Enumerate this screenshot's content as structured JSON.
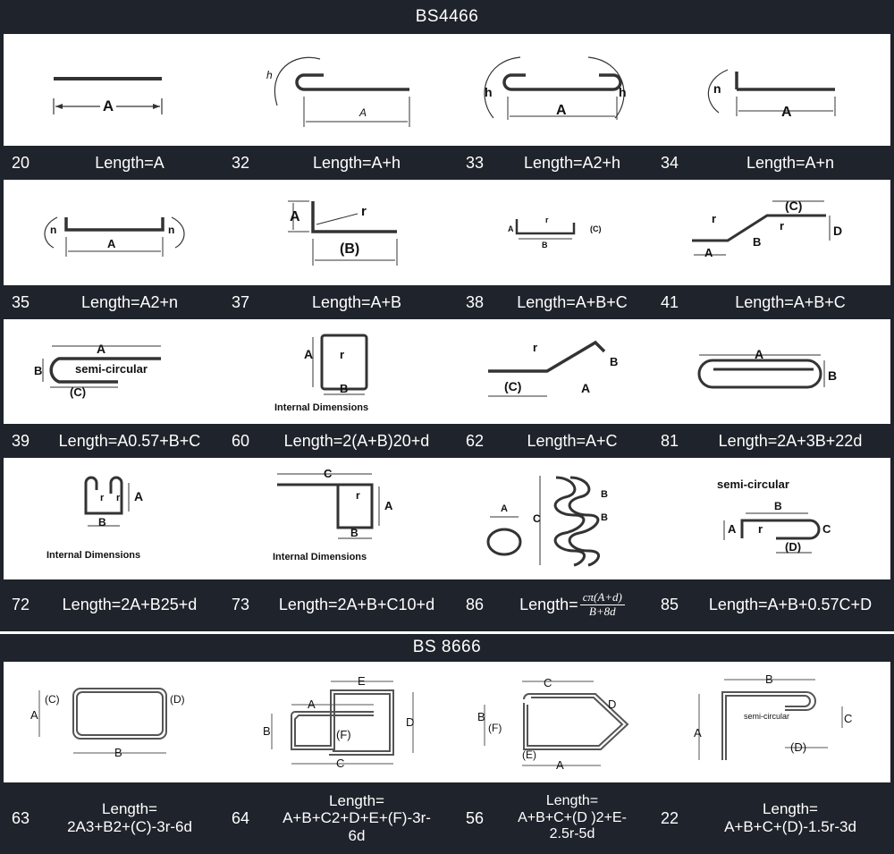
{
  "sections": [
    {
      "title": "BS4466"
    },
    {
      "title": "BS 8666"
    }
  ],
  "shapes_bs4466": [
    {
      "code": "20",
      "formula": "Length=A"
    },
    {
      "code": "32",
      "formula": "Length=A+h"
    },
    {
      "code": "33",
      "formula": "Length=A2+h"
    },
    {
      "code": "34",
      "formula": "Length=A+n"
    },
    {
      "code": "35",
      "formula": "Length=A2+n"
    },
    {
      "code": "37",
      "formula": "Length=A+B"
    },
    {
      "code": "38",
      "formula": "Length=A+B+C"
    },
    {
      "code": "41",
      "formula": "Length=A+B+C"
    },
    {
      "code": "39",
      "formula": "Length=A0.57+B+C"
    },
    {
      "code": "60",
      "formula": "Length=2(A+B)20+d"
    },
    {
      "code": "62",
      "formula": "Length=A+C"
    },
    {
      "code": "81",
      "formula": "Length=2A+3B+22d"
    },
    {
      "code": "72",
      "formula": "Length=2A+B25+d"
    },
    {
      "code": "73",
      "formula": "Length=2A+B+C10+d"
    },
    {
      "code": "86",
      "formula": "Length=",
      "fraction_top": "cπ(A+d)",
      "fraction_bottom": "B+8d"
    },
    {
      "code": "85",
      "formula": "Length=A+B+0.57C+D"
    }
  ],
  "shapes_bs8666": [
    {
      "code": "63",
      "formula": "Length=\n2A3+B2+(C)-3r-6d"
    },
    {
      "code": "64",
      "formula": "Length=\nA+B+C2+D+E+(F)-3r-\n6d"
    },
    {
      "code": "56",
      "formula": "Length=\nA+B+C+(D )2+E-\n2.5r-5d"
    },
    {
      "code": "22",
      "formula": "Length=\nA+B+C+(D)-1.5r-3d"
    }
  ],
  "diagram_labels": {
    "A": "A",
    "B": "B",
    "C": "C",
    "D": "D",
    "E": "E",
    "h": "h",
    "n": "n",
    "r": "r",
    "B_paren": "(B)",
    "C_paren": "(C)",
    "D_paren": "(D)",
    "E_paren": "(E)",
    "F_paren": "(F)",
    "semi_circular": "semi-circular",
    "internal_dimensions": "Internal Dimensions"
  }
}
